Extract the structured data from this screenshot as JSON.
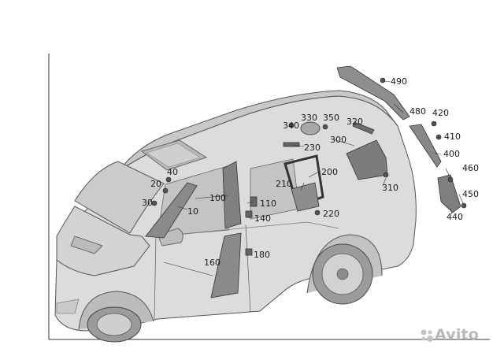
{
  "diagram": {
    "callouts": [
      {
        "id": "c490",
        "label": "490"
      },
      {
        "id": "c480",
        "label": "480"
      },
      {
        "id": "c420",
        "label": "420"
      },
      {
        "id": "c410",
        "label": "410"
      },
      {
        "id": "c400",
        "label": "400"
      },
      {
        "id": "c460",
        "label": "460"
      },
      {
        "id": "c450",
        "label": "450"
      },
      {
        "id": "c440",
        "label": "440"
      },
      {
        "id": "c330",
        "label": "330"
      },
      {
        "id": "c340",
        "label": "340"
      },
      {
        "id": "c350",
        "label": "350"
      },
      {
        "id": "c320",
        "label": "320"
      },
      {
        "id": "c300",
        "label": "300"
      },
      {
        "id": "c230",
        "label": "230"
      },
      {
        "id": "c200",
        "label": "200"
      },
      {
        "id": "c310",
        "label": "310"
      },
      {
        "id": "c210",
        "label": "210"
      },
      {
        "id": "c110",
        "label": "110"
      },
      {
        "id": "c140",
        "label": "140"
      },
      {
        "id": "c220",
        "label": "220"
      },
      {
        "id": "c100",
        "label": "100"
      },
      {
        "id": "c40",
        "label": "40"
      },
      {
        "id": "c20",
        "label": "20"
      },
      {
        "id": "c30",
        "label": "30"
      },
      {
        "id": "c10",
        "label": "10"
      },
      {
        "id": "c160",
        "label": "160"
      },
      {
        "id": "c180",
        "label": "180"
      }
    ]
  },
  "watermark": {
    "text": "Avito"
  }
}
